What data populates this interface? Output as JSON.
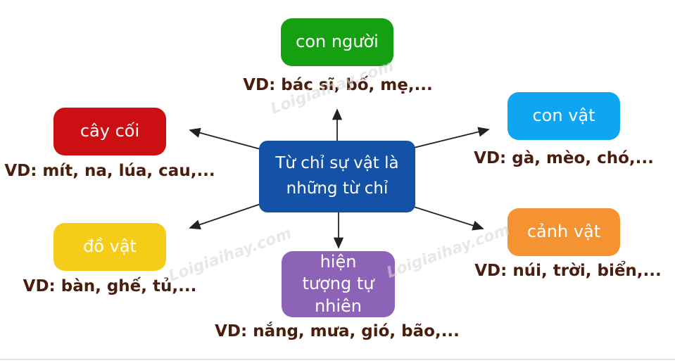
{
  "center": {
    "label": "Từ chỉ sự vật là những từ chỉ",
    "color": "#1452a8"
  },
  "categories": [
    {
      "key": "con-nguoi",
      "label": "con người",
      "example": "VD: bác sĩ, bố, mẹ,...",
      "color": "#14a010"
    },
    {
      "key": "cay-coi",
      "label": "cây cối",
      "example": "VD: mít, na, lúa, cau,...",
      "color": "#cc0f12"
    },
    {
      "key": "con-vat",
      "label": "con vật",
      "example": "VD: gà, mèo, chó,...",
      "color": "#0ea6f2"
    },
    {
      "key": "do-vat",
      "label": "đồ vật",
      "example": "VD: bàn, ghế, tủ,...",
      "color": "#f5cd18"
    },
    {
      "key": "hien-tuong",
      "label": "hiện tượng tự nhiên",
      "example": "VD: nắng, mưa, gió, bão,...",
      "color": "#8d63b8"
    },
    {
      "key": "canh-vat",
      "label": "cảnh vật",
      "example": "VD: núi, trời, biển,...",
      "color": "#f59232"
    }
  ],
  "watermark": "Loigiaihay.com"
}
